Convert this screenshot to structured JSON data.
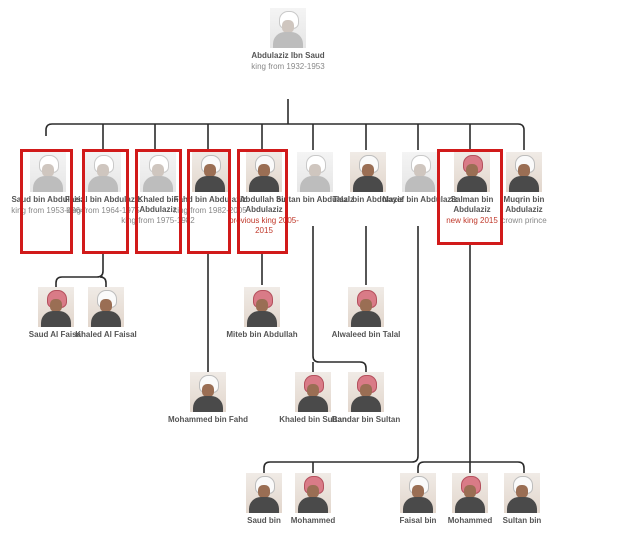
{
  "root": {
    "name": "Abdulaziz Ibn Saud",
    "subtitle": "king from 1932-1953"
  },
  "sons": [
    {
      "name": "Saud bin Abdulaziz",
      "subtitle": "king from 1953-1964",
      "highlight": true
    },
    {
      "name": "Faisal bin Abdulaziz",
      "subtitle": "king from 1964-1975",
      "highlight": true
    },
    {
      "name": "Khaled bin Abdulaziz",
      "subtitle": "king from 1975-1982",
      "highlight": true
    },
    {
      "name": "Fahd bin Abdulaziz",
      "subtitle": "king from 1982-2005",
      "highlight": true
    },
    {
      "name": "Abdullah bin Abdulaziz",
      "subtitle": "previous king 2005-2015",
      "highlight": true
    },
    {
      "name": "Sultan bin Abdulaziz",
      "subtitle": "",
      "highlight": false
    },
    {
      "name": "Talal bin Abdulaziz",
      "subtitle": "",
      "highlight": false
    },
    {
      "name": "Nayef bin Abdulaziz",
      "subtitle": "",
      "highlight": false
    },
    {
      "name": "Salman bin Abdulaziz",
      "subtitle": "new king 2015",
      "highlight": true
    },
    {
      "name": "Muqrin bin Abdulaziz",
      "subtitle": "crown prince",
      "highlight": false
    }
  ],
  "grandsons": [
    {
      "name": "Saud Al Faisal",
      "parent": "Faisal bin Abdulaziz"
    },
    {
      "name": "Khaled Al Faisal",
      "parent": "Faisal bin Abdulaziz"
    },
    {
      "name": "Miteb bin Abdullah",
      "parent": "Abdullah bin Abdulaziz"
    },
    {
      "name": "Alwaleed bin Talal",
      "parent": "Talal bin Abdulaziz"
    },
    {
      "name": "Mohammed bin Fahd",
      "parent": "Fahd bin Abdulaziz"
    },
    {
      "name": "Khaled bin Sultan",
      "parent": "Sultan bin Abdulaziz"
    },
    {
      "name": "Bandar bin Sultan",
      "parent": "Sultan bin Abdulaziz"
    },
    {
      "name": "Saud bin",
      "parent": "Nayef bin Abdulaziz"
    },
    {
      "name": "Mohammed",
      "parent": "Nayef bin Abdulaziz"
    },
    {
      "name": "Faisal bin",
      "parent": "Salman bin Abdulaziz"
    },
    {
      "name": "Mohammed",
      "parent": "Salman bin Abdulaziz"
    },
    {
      "name": "Sultan bin",
      "parent": "Salman bin Abdulaziz"
    }
  ],
  "colors": {
    "line": "#2b2b2b",
    "highlight": "#d11a1a",
    "subtitle_red": "#c0392b"
  }
}
